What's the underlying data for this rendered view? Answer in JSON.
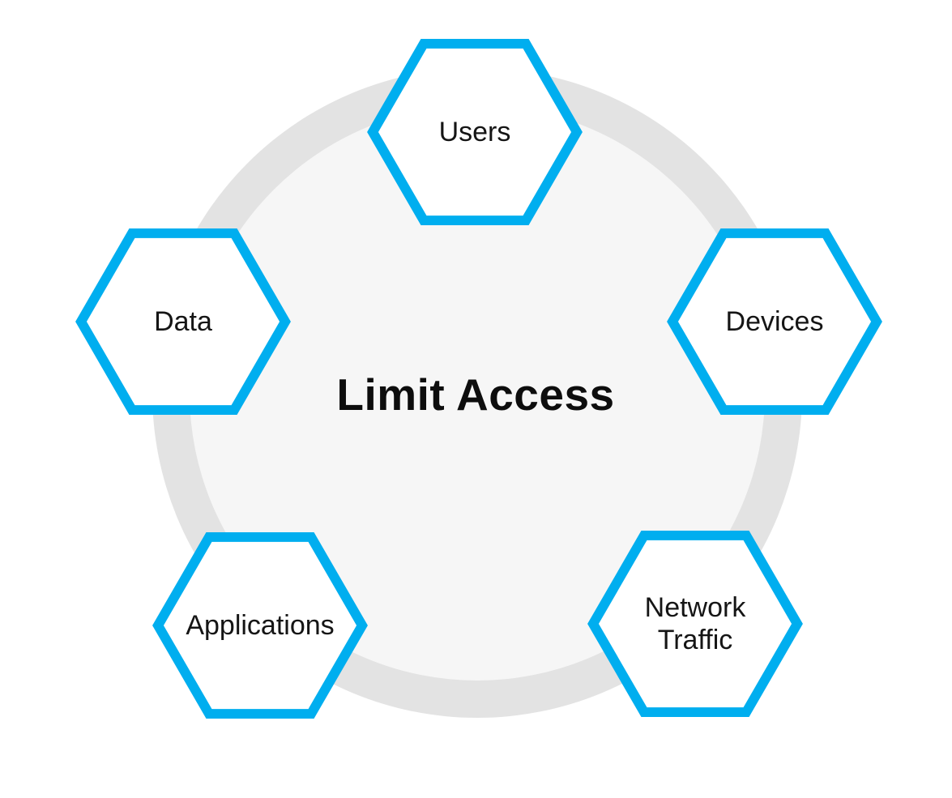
{
  "diagram": {
    "center_label": "Limit Access",
    "nodes": [
      {
        "id": "users",
        "label": "Users",
        "position": "top"
      },
      {
        "id": "devices",
        "label": "Devices",
        "position": "upper-right"
      },
      {
        "id": "network-traffic",
        "label": "Network Traffic",
        "position": "lower-right"
      },
      {
        "id": "applications",
        "label": "Applications",
        "position": "lower-left"
      },
      {
        "id": "data",
        "label": "Data",
        "position": "upper-left"
      }
    ],
    "colors": {
      "hex_border": "#00aeef",
      "hex_fill": "#ffffff",
      "ring": "#e3e3e3",
      "ring_inner": "#f6f6f6",
      "text": "#151515"
    }
  }
}
